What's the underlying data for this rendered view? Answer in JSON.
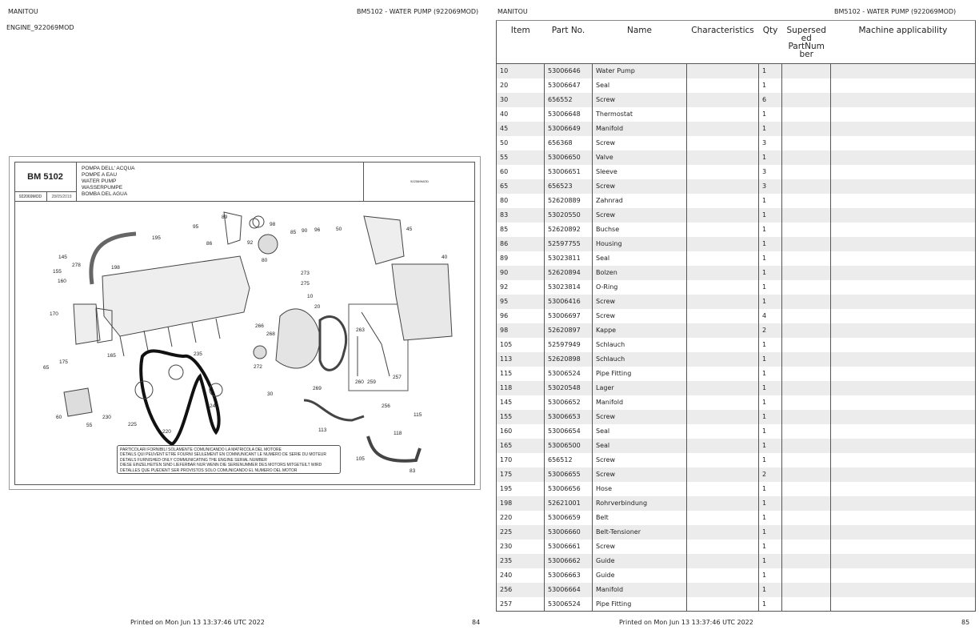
{
  "left_page": {
    "brand": "MANITOU",
    "title": "BM5102 - WATER PUMP (922069MOD)",
    "subtitle": "ENGINE_922069MOD",
    "footer": "Printed on  Mon Jun 13 13:37:46 UTC 2022",
    "page": "84"
  },
  "right_page": {
    "brand": "MANITOU",
    "title": "BM5102 - WATER PUMP (922069MOD)",
    "footer": "Printed on  Mon Jun 13 13:37:46 UTC 2022",
    "page": "85"
  },
  "drawing": {
    "code": "BM 5102",
    "ref": "922069MOD",
    "date": "28/05/2019",
    "ref_right": "922069MOD",
    "names": [
      "POMPA DELL' ACQUA",
      "POMPE A EAU",
      "WATER PUMP",
      "WASSERPUMPE",
      "BOMBA DEL AGUA"
    ],
    "note": [
      "PARTICOLARI FORNIBILI SOLAMENTE COMUNICANDO LA MATRICOLA DEL MOTORE",
      "DETAILS QUI PEUVENT ETRE FOURNI SEULEMENT EN COMMUNICANT LE NUMERO DE SERIE DU MOTEUR",
      "DETAILS FURNISHED ONLY COMMUNICATING THE ENGINE SERIAL NUMBER",
      "DIESE EINZELHEITEN SIND LIEFERBAR NUR WENN DIE SERIENUMMER DES MOTORS MITGETEILT WIRD",
      "DETALLES QUE PUEDENT SER PROVISTOS SOLO COMUNICANDO EL NUMERO DEL MOTOR"
    ],
    "callouts": [
      "95",
      "89",
      "86",
      "92",
      "98",
      "85",
      "90",
      "96",
      "50",
      "45",
      "195",
      "145",
      "278",
      "198",
      "155",
      "160",
      "40",
      "80",
      "273",
      "275",
      "10",
      "20",
      "170",
      "266",
      "268",
      "263",
      "235",
      "165",
      "175",
      "65",
      "272",
      "260",
      "259",
      "257",
      "30",
      "269",
      "256",
      "240",
      "60",
      "230",
      "55",
      "225",
      "115",
      "113",
      "118",
      "220",
      "105",
      "83"
    ]
  },
  "table": {
    "headers": {
      "item": "Item",
      "part": "Part No.",
      "name": "Name",
      "char": "Characteristics",
      "qty": "Qty",
      "sup": "Supersed ed PartNum ber",
      "mach": "Machine applicability"
    },
    "rows": [
      [
        "10",
        "53006646",
        "Water Pump",
        "1"
      ],
      [
        "20",
        "53006647",
        "Seal",
        "1"
      ],
      [
        "30",
        "656552",
        "Screw",
        "6"
      ],
      [
        "40",
        "53006648",
        "Thermostat",
        "1"
      ],
      [
        "45",
        "53006649",
        "Manifold",
        "1"
      ],
      [
        "50",
        "656368",
        "Screw",
        "3"
      ],
      [
        "55",
        "53006650",
        "Valve",
        "1"
      ],
      [
        "60",
        "53006651",
        "Sleeve",
        "3"
      ],
      [
        "65",
        "656523",
        "Screw",
        "3"
      ],
      [
        "80",
        "52620889",
        "Zahnrad",
        "1"
      ],
      [
        "83",
        "53020550",
        "Screw",
        "1"
      ],
      [
        "85",
        "52620892",
        "Buchse",
        "1"
      ],
      [
        "86",
        "52597755",
        "Housing",
        "1"
      ],
      [
        "89",
        "53023811",
        "Seal",
        "1"
      ],
      [
        "90",
        "52620894",
        "Bolzen",
        "1"
      ],
      [
        "92",
        "53023814",
        "O-Ring",
        "1"
      ],
      [
        "95",
        "53006416",
        "Screw",
        "1"
      ],
      [
        "96",
        "53006697",
        "Screw",
        "4"
      ],
      [
        "98",
        "52620897",
        "Kappe",
        "2"
      ],
      [
        "105",
        "52597949",
        "Schlauch",
        "1"
      ],
      [
        "113",
        "52620898",
        "Schlauch",
        "1"
      ],
      [
        "115",
        "53006524",
        "Pipe Fitting",
        "1"
      ],
      [
        "118",
        "53020548",
        "Lager",
        "1"
      ],
      [
        "145",
        "53006652",
        "Manifold",
        "1"
      ],
      [
        "155",
        "53006653",
        "Screw",
        "1"
      ],
      [
        "160",
        "53006654",
        "Seal",
        "1"
      ],
      [
        "165",
        "53006500",
        "Seal",
        "1"
      ],
      [
        "170",
        "656512",
        "Screw",
        "1"
      ],
      [
        "175",
        "53006655",
        "Screw",
        "2"
      ],
      [
        "195",
        "53006656",
        "Hose",
        "1"
      ],
      [
        "198",
        "52621001",
        "Rohrverbindung",
        "1"
      ],
      [
        "220",
        "53006659",
        "Belt",
        "1"
      ],
      [
        "225",
        "53006660",
        "Belt-Tensioner",
        "1"
      ],
      [
        "230",
        "53006661",
        "Screw",
        "1"
      ],
      [
        "235",
        "53006662",
        "Guide",
        "1"
      ],
      [
        "240",
        "53006663",
        "Guide",
        "1"
      ],
      [
        "256",
        "53006664",
        "Manifold",
        "1"
      ],
      [
        "257",
        "53006524",
        "Pipe Fitting",
        "1"
      ]
    ]
  }
}
